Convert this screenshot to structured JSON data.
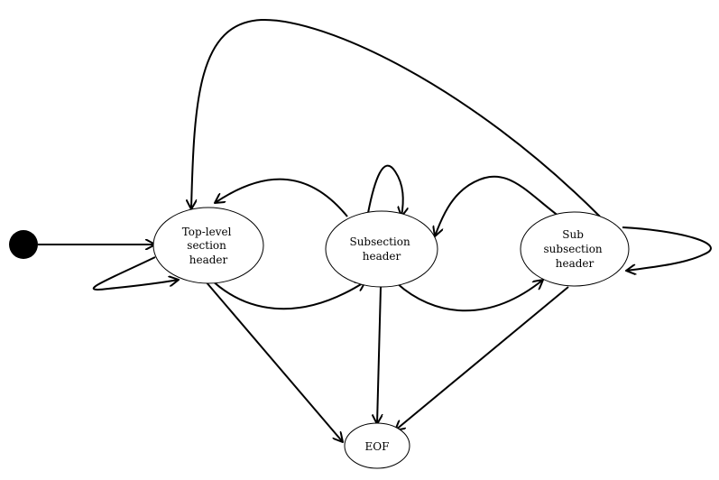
{
  "nodes": {
    "top_level": {
      "label_lines": [
        "Top-level",
        "section",
        "header"
      ]
    },
    "subsection": {
      "label_lines": [
        "Subsection",
        "header"
      ]
    },
    "sub_subsection": {
      "label_lines": [
        "Sub",
        "subsection",
        "header"
      ]
    },
    "eof": {
      "label_lines": [
        "EOF"
      ]
    }
  },
  "colors": {
    "stroke": "#000000",
    "fill": "#ffffff",
    "start_dot": "#000000"
  }
}
